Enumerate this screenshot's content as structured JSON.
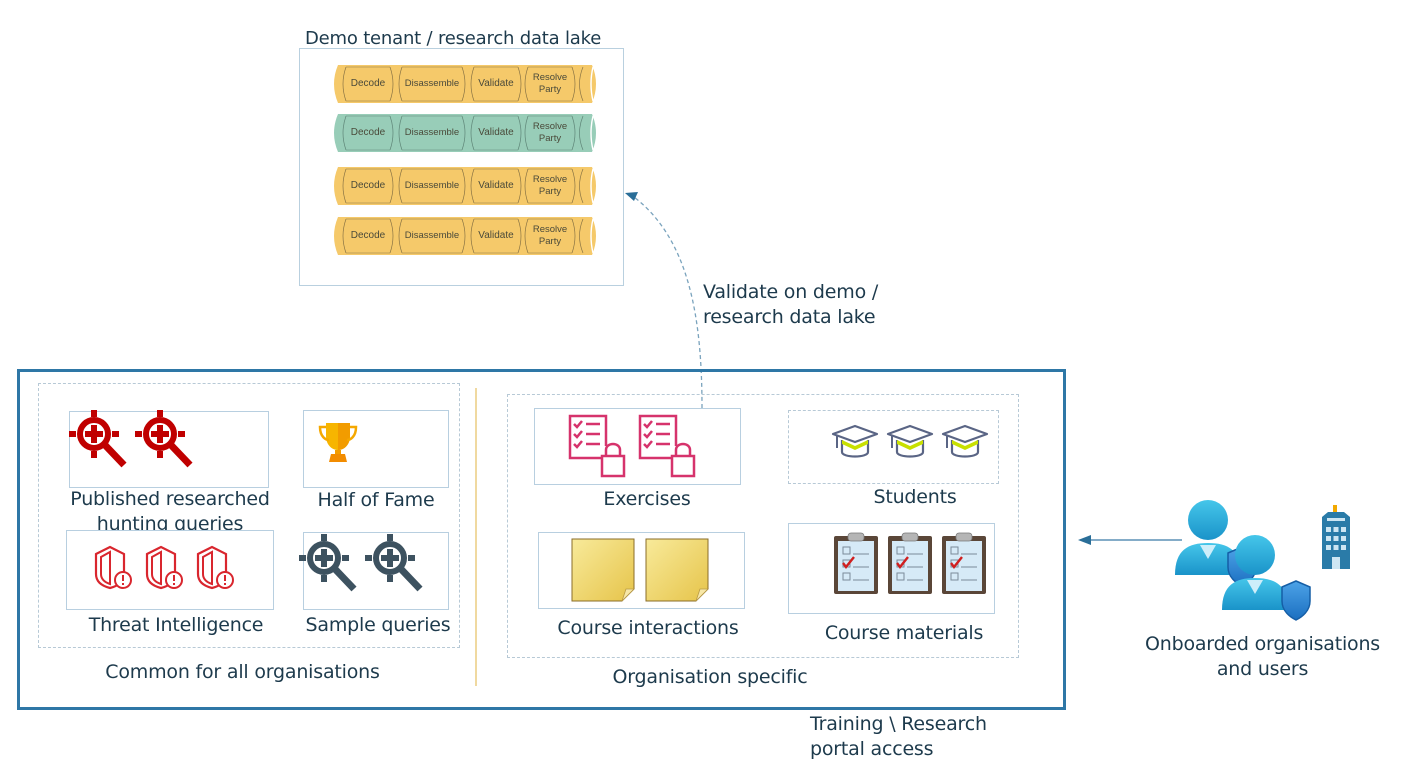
{
  "data_lake": {
    "title": "Demo tenant / research data lake",
    "pipelines": [
      {
        "color": "#f5c96a",
        "stroke": "#8a7444",
        "stages": [
          "Decode",
          "Disassemble",
          "Validate",
          "Resolve Party"
        ]
      },
      {
        "color": "#98cdb8",
        "stroke": "#5e8577",
        "stages": [
          "Decode",
          "Disassemble",
          "Validate",
          "Resolve Party"
        ]
      },
      {
        "color": "#f5c96a",
        "stroke": "#8a7444",
        "stages": [
          "Decode",
          "Disassemble",
          "Validate",
          "Resolve Party"
        ]
      },
      {
        "color": "#f5c96a",
        "stroke": "#8a7444",
        "stages": [
          "Decode",
          "Disassemble",
          "Validate",
          "Resolve Party"
        ]
      }
    ]
  },
  "validate_label": {
    "line1": "Validate on demo /",
    "line2": "research data lake"
  },
  "portal": {
    "common": {
      "caption": "Common for all organisations",
      "items": {
        "published": {
          "line1": "Published researched",
          "line2": "hunting queries",
          "icon": "crosshair-search-icon",
          "color": "#c00000",
          "count": 2
        },
        "hall": {
          "label": "Half of Fame",
          "icon": "trophy-icon",
          "count": 1
        },
        "threat": {
          "label": "Threat Intelligence",
          "icon": "shield-alert-icon",
          "color": "#d9262e",
          "count": 3
        },
        "sample": {
          "label": "Sample queries",
          "icon": "crosshair-search-icon",
          "color": "#3d5260",
          "count": 2
        }
      }
    },
    "org_specific": {
      "caption": "Organisation specific",
      "items": {
        "exercises": {
          "label": "Exercises",
          "icon": "locked-checklist-icon",
          "color": "#d6336c",
          "count": 2
        },
        "students": {
          "label": "Students",
          "icon": "graduation-cap-icon",
          "count": 3
        },
        "interactions": {
          "label": "Course interactions",
          "icon": "sticky-note-icon",
          "count": 2
        },
        "materials": {
          "label": "Course materials",
          "icon": "clipboard-checklist-icon",
          "count": 3
        }
      }
    },
    "access_label": {
      "line1": "Training \\ Research",
      "line2": "portal access"
    }
  },
  "users": {
    "line1": "Onboarded organisations",
    "line2": "and users",
    "icon": "users-shield-icon",
    "org_icon": "office-building-icon"
  },
  "colors": {
    "frame": "#2e77a6",
    "text": "#1d3a4c",
    "divider": "#f0d9a0"
  }
}
